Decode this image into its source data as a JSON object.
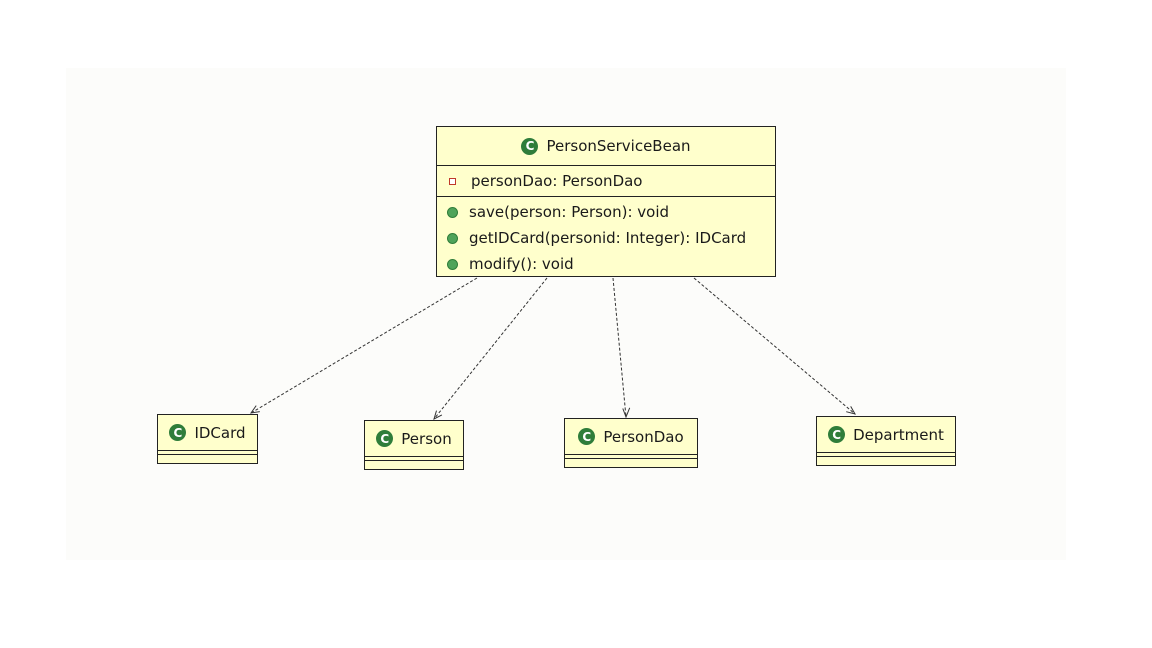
{
  "main_class": {
    "name": "PersonServiceBean",
    "attributes": [
      "personDao: PersonDao"
    ],
    "methods": [
      "save(person: Person): void",
      "getIDCard(personid: Integer): IDCard",
      "modify(): void"
    ]
  },
  "dependencies": [
    {
      "name": "IDCard"
    },
    {
      "name": "Person"
    },
    {
      "name": "PersonDao"
    },
    {
      "name": "Department"
    }
  ],
  "icon_letter": "C",
  "colors": {
    "class_fill": "#ffffcc",
    "icon_green": "#2f7d3a",
    "private_marker": "#c0392b"
  }
}
